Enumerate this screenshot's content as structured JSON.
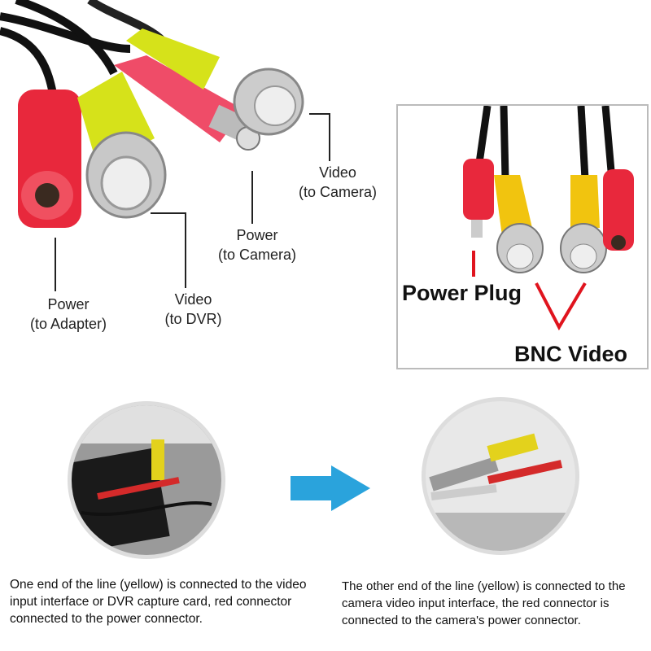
{
  "labels": {
    "video_to_camera": {
      "line1": "Video",
      "line2": "(to Camera)"
    },
    "power_to_camera": {
      "line1": "Power",
      "line2": "(to Camera)"
    },
    "power_to_adapter": {
      "line1": "Power",
      "line2": "(to Adapter)"
    },
    "video_to_dvr": {
      "line1": "Video",
      "line2": "(to DVR)"
    }
  },
  "inset": {
    "power_plug": "Power Plug",
    "bnc_video": "BNC Video"
  },
  "steps": {
    "left": "One end of the line (yellow) is connected to the video input interface or DVR capture card, red connector connected to the power connector.",
    "right": "The other end of the line (yellow) is connected to the camera video input interface, the red connector is connected to the camera's power connector."
  },
  "colors": {
    "red_connector": "#e8283c",
    "yellow_connector": "#d6e21a",
    "arrow": "#2aa3dc",
    "callout_red": "#e0141e"
  }
}
